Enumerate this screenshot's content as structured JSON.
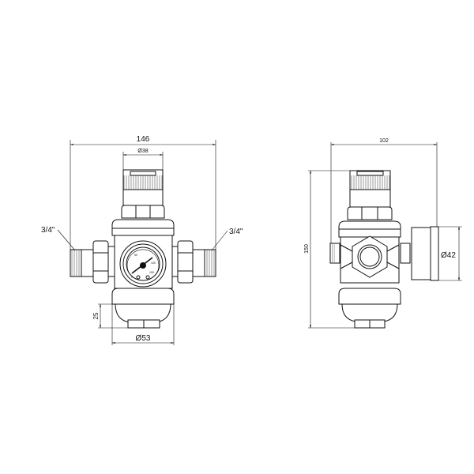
{
  "front_view": {
    "overall_width": "146",
    "knob_diameter": "Ø38",
    "bowl_diameter": "Ø53",
    "bowl_height": "25",
    "inlet_thread": "3/4\"",
    "outlet_thread": "3/4\"",
    "gauge_scale": [
      "0",
      "50",
      "100",
      "150"
    ]
  },
  "side_view": {
    "overall_depth": "102",
    "overall_height": "150",
    "gauge_diameter": "Ø42"
  }
}
